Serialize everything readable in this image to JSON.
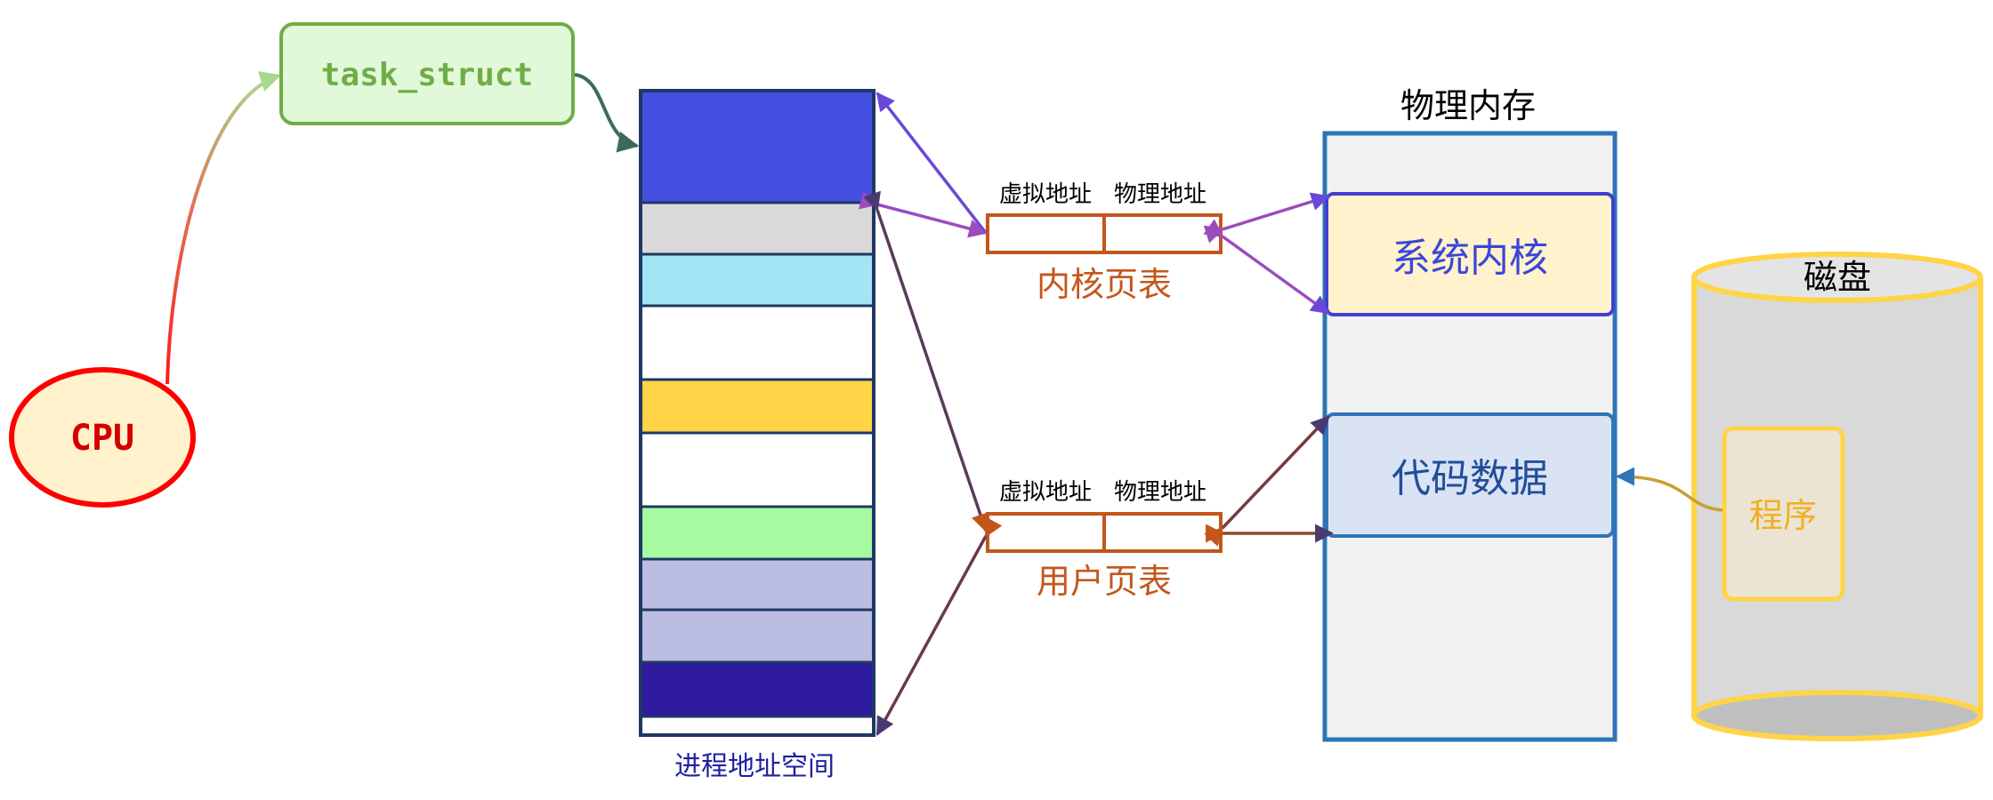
{
  "cpu": {
    "label": "CPU"
  },
  "task_struct": {
    "label": "task_struct"
  },
  "process_space": {
    "label": "进程地址空间",
    "segments": [
      {
        "color": "#4350e0"
      },
      {
        "color": "#d9d9d9"
      },
      {
        "color": "#a3e4f5"
      },
      {
        "color": "#ffffff"
      },
      {
        "color": "#ffd447"
      },
      {
        "color": "#ffffff"
      },
      {
        "color": "#a6fba0"
      },
      {
        "color": "#bcbde3"
      },
      {
        "color": "#bcbde3"
      },
      {
        "color": "#2e1ba0"
      },
      {
        "color": "#ffffff"
      }
    ]
  },
  "kernel_table": {
    "label": "内核页表",
    "col1": "虚拟地址",
    "col2": "物理地址"
  },
  "user_table": {
    "label": "用户页表",
    "col1": "虚拟地址",
    "col2": "物理地址"
  },
  "physical_memory": {
    "label": "物理内存",
    "kernel_block": "系统内核",
    "code_block": "代码数据"
  },
  "disk": {
    "label": "磁盘",
    "program": "程序"
  }
}
